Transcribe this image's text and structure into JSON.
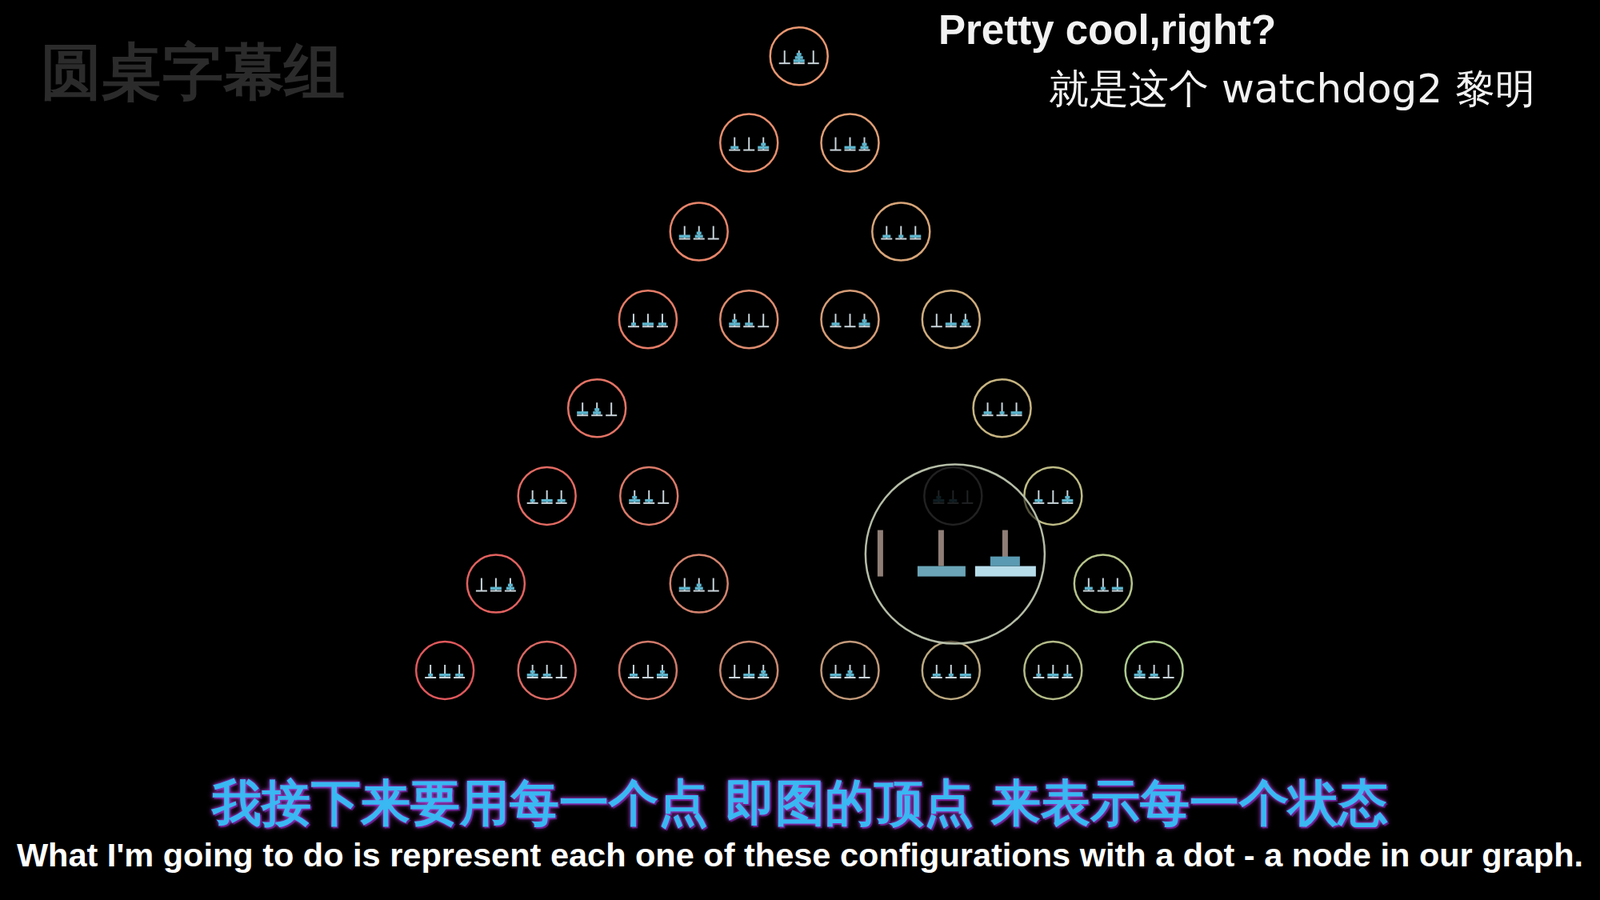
{
  "diagram": {
    "labels": [
      "圆桌字幕组",
      "Pretty cool,right?",
      "就是这个 watchdog2 黎明",
      "我接下来要用每一个点  即图的顶点  来表示每一个状态",
      "What I'm going to do is represent each one of these configurations with a dot - a node in our graph."
    ]
  }
}
